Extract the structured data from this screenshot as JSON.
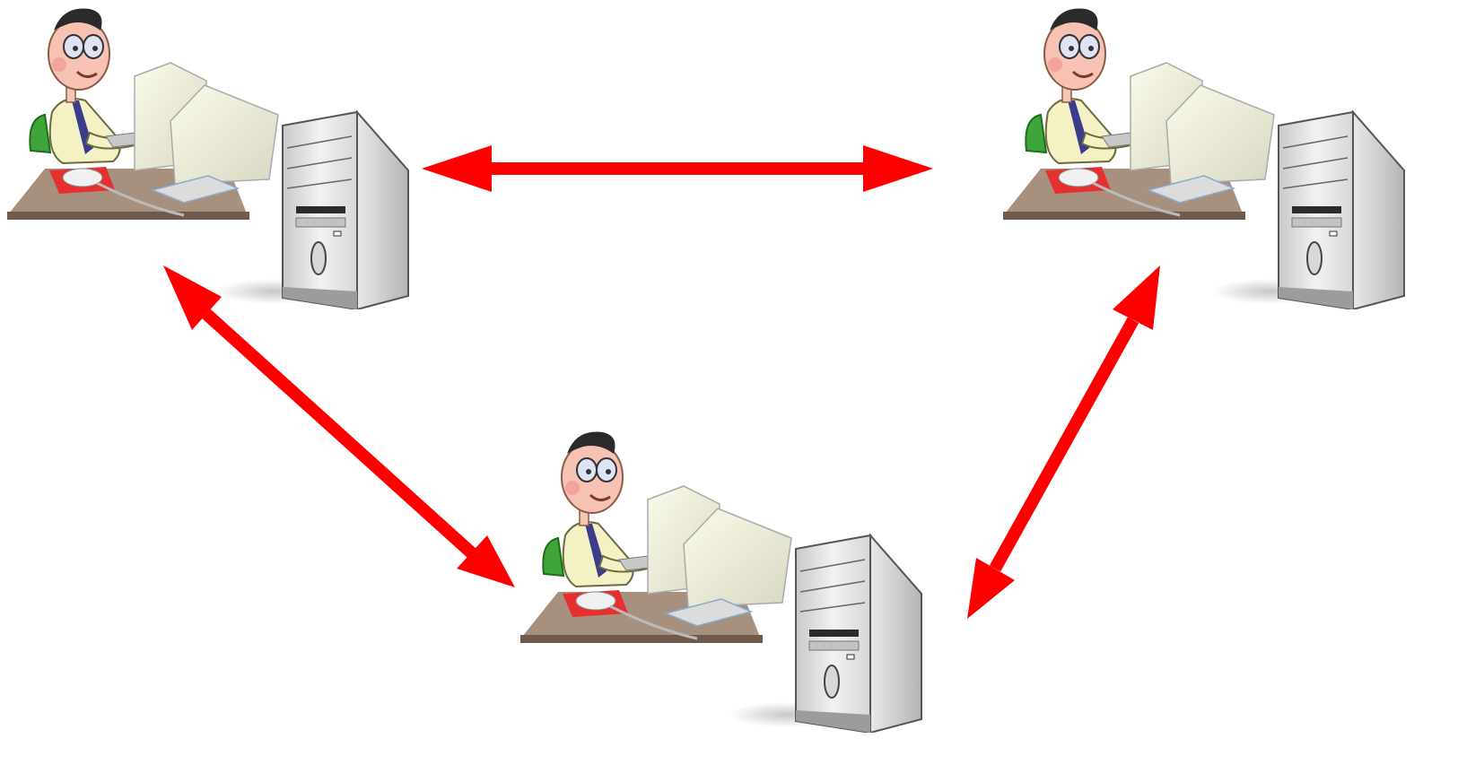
{
  "diagram": {
    "kind": "peer-to-peer network",
    "nodes": [
      {
        "id": "peer-left",
        "icons": [
          "user-at-desk-icon",
          "tower-computer-icon"
        ]
      },
      {
        "id": "peer-right",
        "icons": [
          "user-at-desk-icon",
          "tower-computer-icon"
        ]
      },
      {
        "id": "peer-bottom",
        "icons": [
          "user-at-desk-icon",
          "tower-computer-icon"
        ]
      }
    ],
    "links": [
      {
        "from": "peer-left",
        "to": "peer-right",
        "direction": "bidirectional"
      },
      {
        "from": "peer-left",
        "to": "peer-bottom",
        "direction": "bidirectional"
      },
      {
        "from": "peer-right",
        "to": "peer-bottom",
        "direction": "bidirectional"
      }
    ],
    "colors": {
      "arrow": "#ff0000",
      "shirt": "#f4f1c4",
      "desk": "#a8907e",
      "chair": "#3fa43a",
      "monitor": "#eeeed9",
      "tower": "#e6e6e6"
    }
  }
}
